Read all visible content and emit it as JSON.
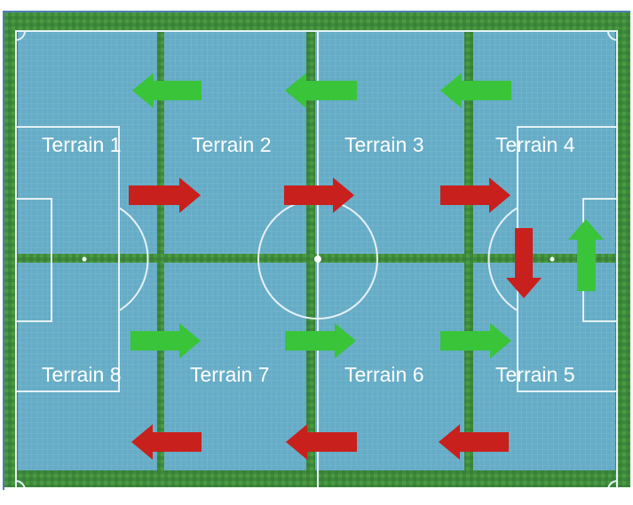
{
  "colors": {
    "grass_dark": "#2f6f2c",
    "grass_light": "#4e9a43",
    "overlay": "#5fa9c9",
    "line": "#e8f3f8",
    "arrow_green": "#3ac43a",
    "arrow_red": "#c8201c",
    "frame": "#4f7fb8"
  },
  "zones": [
    {
      "id": 1,
      "label": "Terrain 1"
    },
    {
      "id": 2,
      "label": "Terrain 2"
    },
    {
      "id": 3,
      "label": "Terrain 3"
    },
    {
      "id": 4,
      "label": "Terrain 4"
    },
    {
      "id": 5,
      "label": "Terrain 5"
    },
    {
      "id": 6,
      "label": "Terrain 6"
    },
    {
      "id": 7,
      "label": "Terrain 7"
    },
    {
      "id": 8,
      "label": "Terrain 8"
    }
  ],
  "arrows": [
    {
      "name": "arrow-top-1",
      "color": "green",
      "direction": "left"
    },
    {
      "name": "arrow-top-2",
      "color": "green",
      "direction": "left"
    },
    {
      "name": "arrow-top-3",
      "color": "green",
      "direction": "left"
    },
    {
      "name": "arrow-upper-1",
      "color": "red",
      "direction": "right"
    },
    {
      "name": "arrow-upper-2",
      "color": "red",
      "direction": "right"
    },
    {
      "name": "arrow-upper-3",
      "color": "red",
      "direction": "right"
    },
    {
      "name": "arrow-right-down",
      "color": "red",
      "direction": "down"
    },
    {
      "name": "arrow-right-up",
      "color": "green",
      "direction": "up"
    },
    {
      "name": "arrow-lower-1",
      "color": "green",
      "direction": "right"
    },
    {
      "name": "arrow-lower-2",
      "color": "green",
      "direction": "right"
    },
    {
      "name": "arrow-lower-3",
      "color": "green",
      "direction": "right"
    },
    {
      "name": "arrow-bottom-1",
      "color": "red",
      "direction": "left"
    },
    {
      "name": "arrow-bottom-2",
      "color": "red",
      "direction": "left"
    },
    {
      "name": "arrow-bottom-3",
      "color": "red",
      "direction": "left"
    }
  ]
}
